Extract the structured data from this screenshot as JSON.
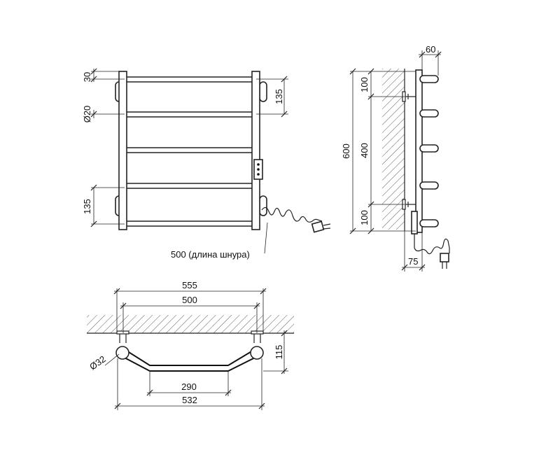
{
  "dimensions": {
    "front_top_offset": "30",
    "front_tube_diameter": "Ø20",
    "front_top_spacing": "135",
    "front_bottom_spacing": "135",
    "cord_length": "500 (длина шнура)",
    "side_depth": "60",
    "side_height": "600",
    "side_top_offset": "100",
    "side_mount_spacing": "400",
    "side_bottom_offset": "100",
    "side_wall_offset": "75",
    "top_outer_width": "555",
    "top_inner_width": "500",
    "top_post_diameter": "Ø32",
    "top_depth": "115",
    "top_middle_width": "290",
    "top_overall_width": "532"
  },
  "colors": {
    "line": "#222222",
    "background": "#ffffff"
  }
}
